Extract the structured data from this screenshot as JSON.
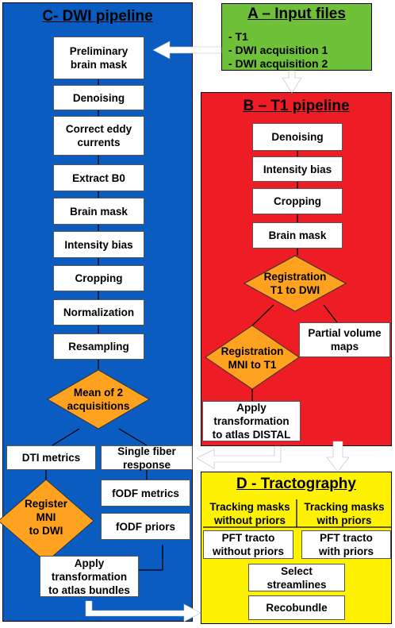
{
  "colors": {
    "dwi_panel": "#0a5cc0",
    "input_panel": "#6fc13a",
    "t1_panel": "#ee1c24",
    "tracto_panel": "#fff200",
    "decision": "#ffa21f",
    "arrow": "#ffffff",
    "line": "#000000"
  },
  "panels": {
    "input": {
      "title": "A – Input files",
      "items": [
        "- T1",
        "- DWI acquisition 1",
        "- DWI acquisition 2"
      ]
    },
    "dwi": {
      "title": "C- DWI pipeline",
      "steps": {
        "preliminary_mask": "Preliminary\nbrain mask",
        "denoising": "Denoising",
        "eddy": "Correct eddy\ncurrents",
        "extract_b0": "Extract B0",
        "brain_mask": "Brain mask",
        "intensity_bias": "Intensity bias",
        "cropping": "Cropping",
        "normalization": "Normalization",
        "resampling": "Resampling",
        "mean": "Mean of 2\nacquisitions",
        "dti_metrics": "DTI metrics",
        "single_fiber": "Single fiber\nresponse",
        "fodf_metrics": "fODF metrics",
        "fodf_priors": "fODF priors",
        "register_mni": "Register\nMNI\nto DWI",
        "apply_bundles": "Apply\ntransformation\nto atlas bundles"
      }
    },
    "t1": {
      "title": "B – T1 pipeline",
      "steps": {
        "denoising": "Denoising",
        "intensity_bias": "Intensity bias",
        "cropping": "Cropping",
        "brain_mask": "Brain mask",
        "reg_t1_dwi": "Registration\nT1 to DWI",
        "partial_volume": "Partial volume\nmaps",
        "reg_mni_t1": "Registration\nMNI to T1",
        "apply_distal": "Apply\ntransformation\nto atlas DISTAL"
      }
    },
    "tracto": {
      "title": "D - Tractography",
      "steps": {
        "masks_without": "Tracking masks\nwithout priors",
        "masks_with": "Tracking masks\nwith priors",
        "pft_without": "PFT tracto\nwithout priors",
        "pft_with": "PFT tracto\nwith priors",
        "select": "Select\nstreamlines",
        "recobundle": "Recobundle"
      }
    }
  }
}
